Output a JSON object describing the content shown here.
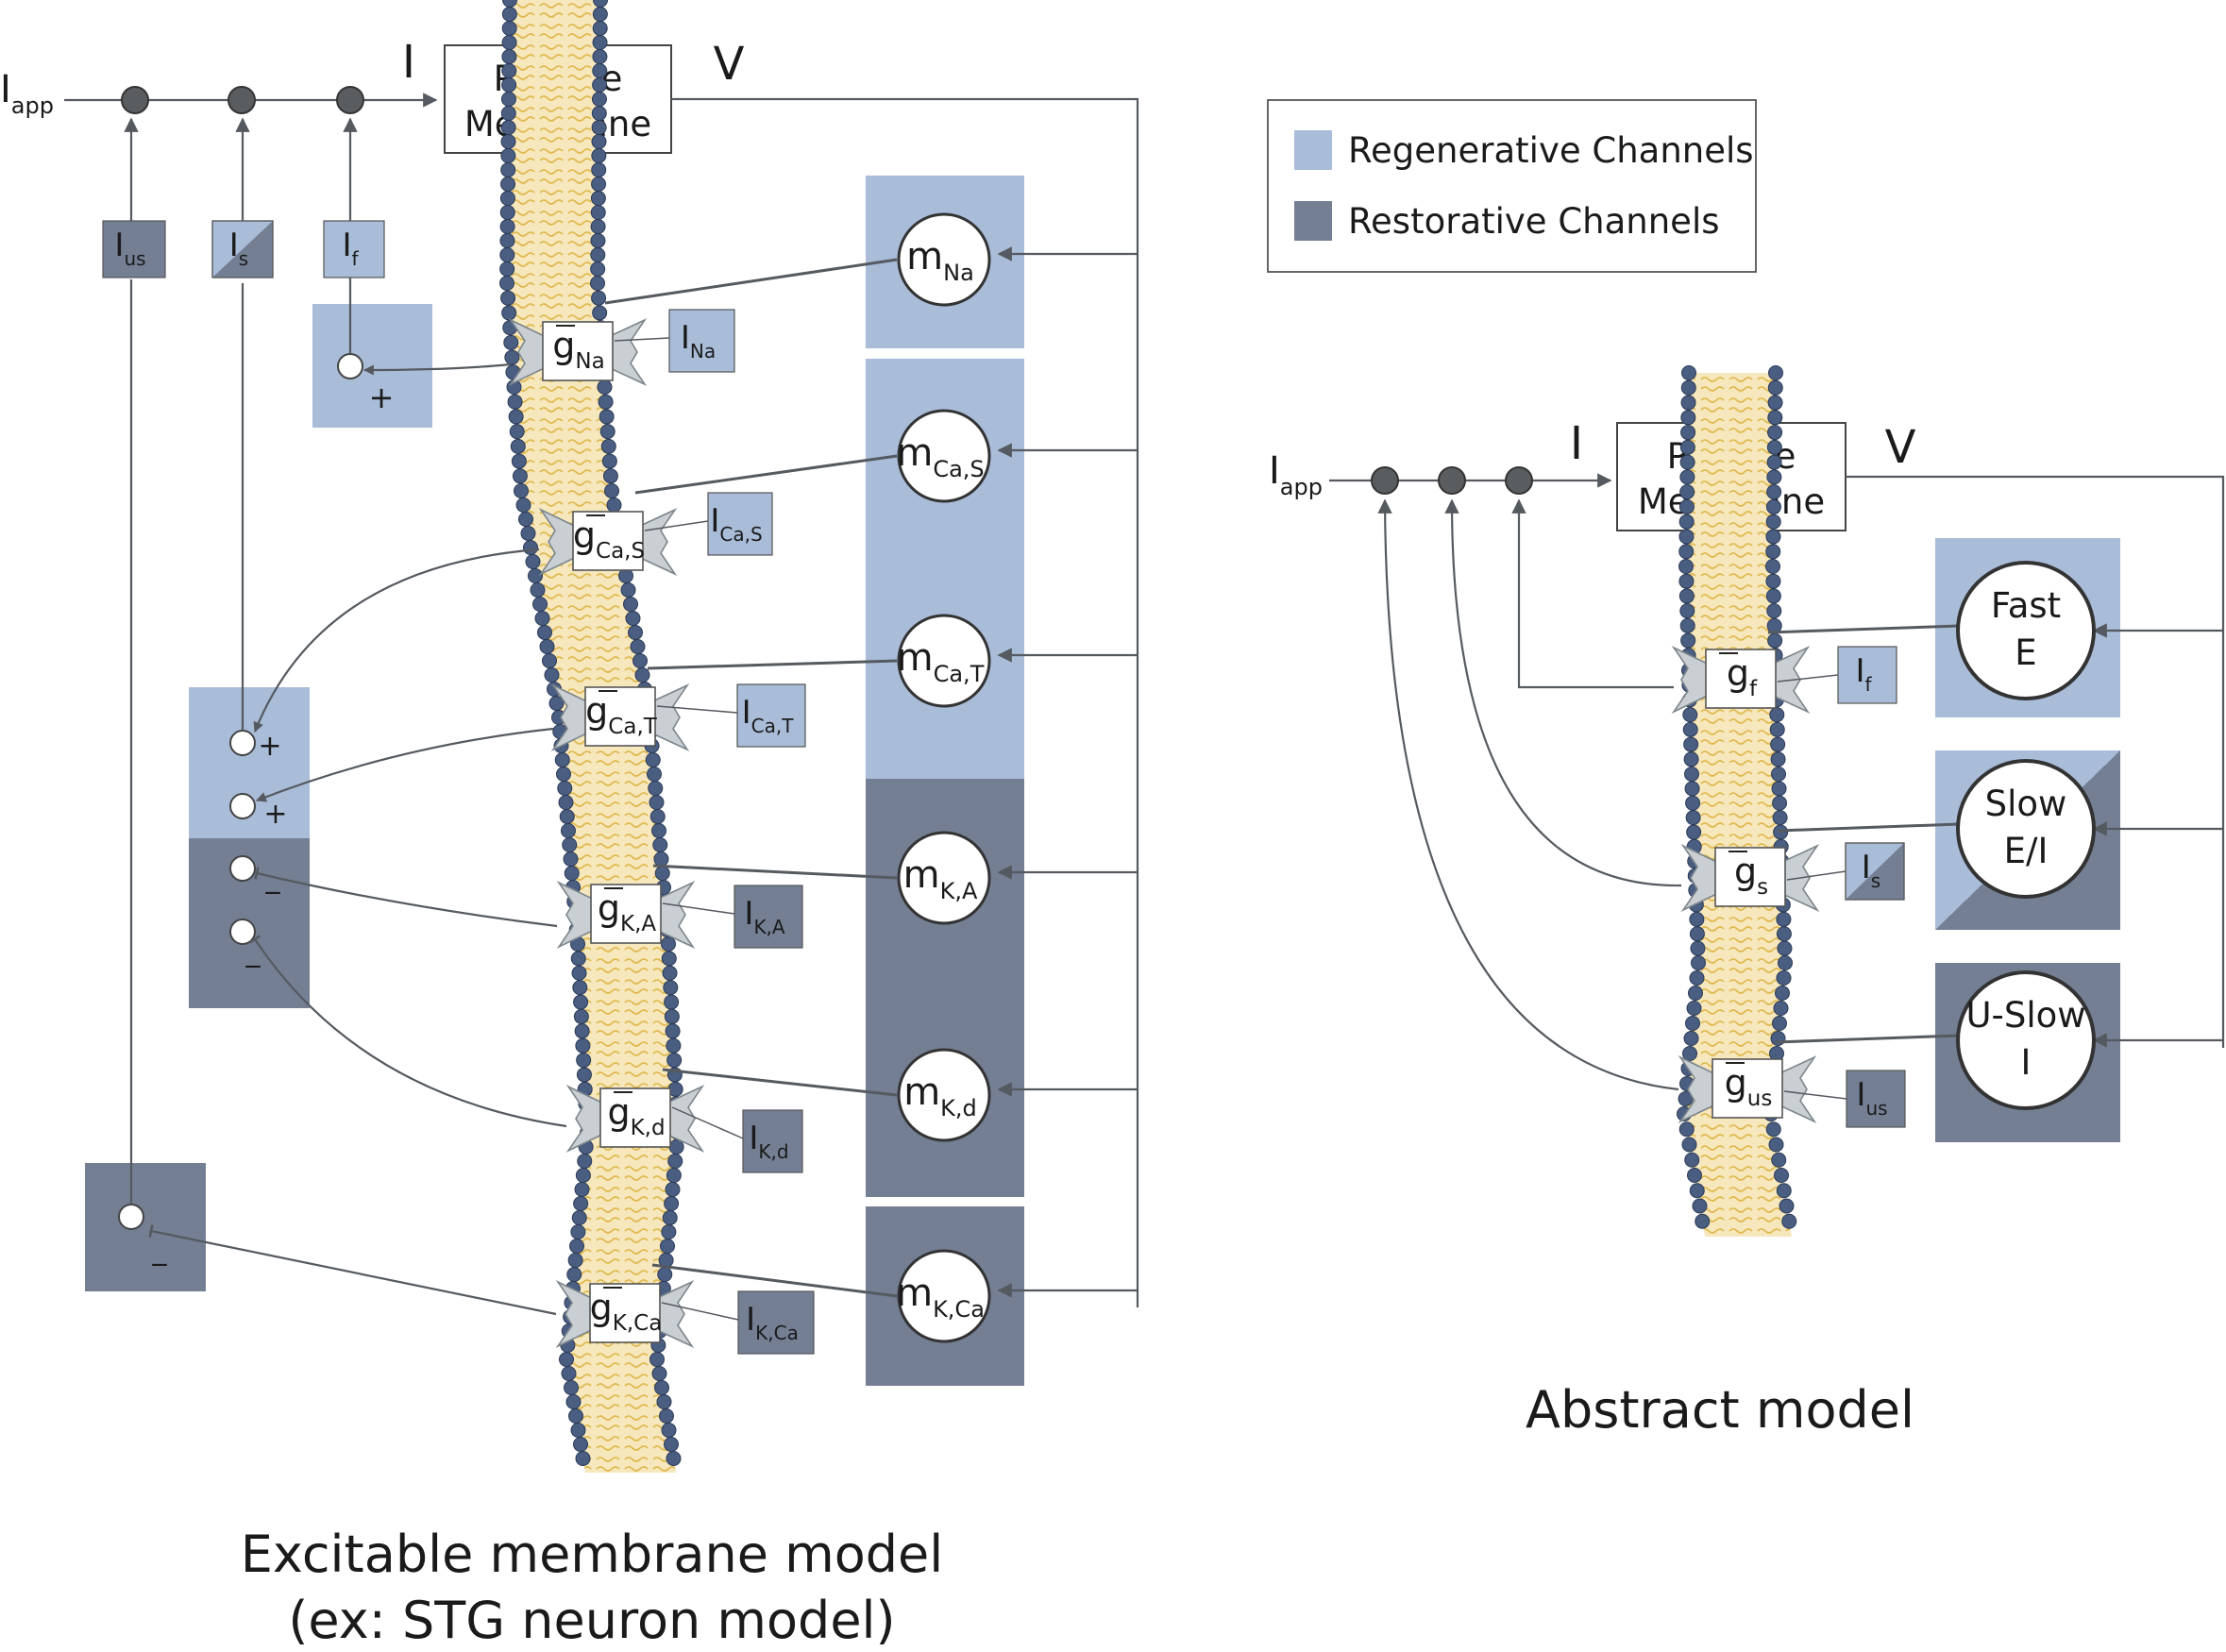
{
  "colors": {
    "regenerative": "#a9bcd8",
    "restorative": "#747f94",
    "node": "#5a5d60",
    "wire": "#555a60",
    "membrane_head": "#4a5e82",
    "membrane_tail": "#e8c86a",
    "membrane_fill": "#f6e7bd",
    "channel": "#c9cfd3"
  },
  "legend": {
    "regenerative_label": "Regenerative Channels",
    "restorative_label": "Restorative Channels"
  },
  "left": {
    "input_label": "I",
    "input_sub": "app",
    "current_label": "I",
    "output_label": "V",
    "passive_line1": "Passive",
    "passive_line2": "Membrane",
    "feedback": [
      {
        "main": "I",
        "sub": "us"
      },
      {
        "main": "I",
        "sub": "s"
      },
      {
        "main": "I",
        "sub": "f"
      }
    ],
    "channels": [
      {
        "g": "g",
        "g_sub": "Na",
        "m": "m",
        "m_sub": "Na",
        "i": "I",
        "i_sub": "Na"
      },
      {
        "g": "g",
        "g_sub": "Ca,S",
        "m": "m",
        "m_sub": "Ca,S",
        "i": "I",
        "i_sub": "Ca,S"
      },
      {
        "g": "g",
        "g_sub": "Ca,T",
        "m": "m",
        "m_sub": "Ca,T",
        "i": "I",
        "i_sub": "Ca,T"
      },
      {
        "g": "g",
        "g_sub": "K,A",
        "m": "m",
        "m_sub": "K,A",
        "i": "I",
        "i_sub": "K,A"
      },
      {
        "g": "g",
        "g_sub": "K,d",
        "m": "m",
        "m_sub": "K,d",
        "i": "I",
        "i_sub": "K,d"
      },
      {
        "g": "g",
        "g_sub": "K,Ca",
        "m": "m",
        "m_sub": "K,Ca",
        "i": "I",
        "i_sub": "K,Ca"
      }
    ],
    "signs": {
      "plus": "+",
      "minus": "_"
    },
    "caption_line1": "Excitable membrane model",
    "caption_line2": "(ex: STG neuron model)"
  },
  "right": {
    "input_label": "I",
    "input_sub": "app",
    "current_label": "I",
    "output_label": "V",
    "passive_line1": "Passive",
    "passive_line2": "Membrane",
    "channels": [
      {
        "g": "g",
        "g_sub": "f",
        "i": "I",
        "i_sub": "f",
        "gate_line1": "Fast",
        "gate_line2": "E"
      },
      {
        "g": "g",
        "g_sub": "s",
        "i": "I",
        "i_sub": "s",
        "gate_line1": "Slow",
        "gate_line2": "E/I"
      },
      {
        "g": "g",
        "g_sub": "us",
        "i": "I",
        "i_sub": "us",
        "gate_line1": "U-Slow",
        "gate_line2": "I"
      }
    ],
    "caption": "Abstract model"
  }
}
